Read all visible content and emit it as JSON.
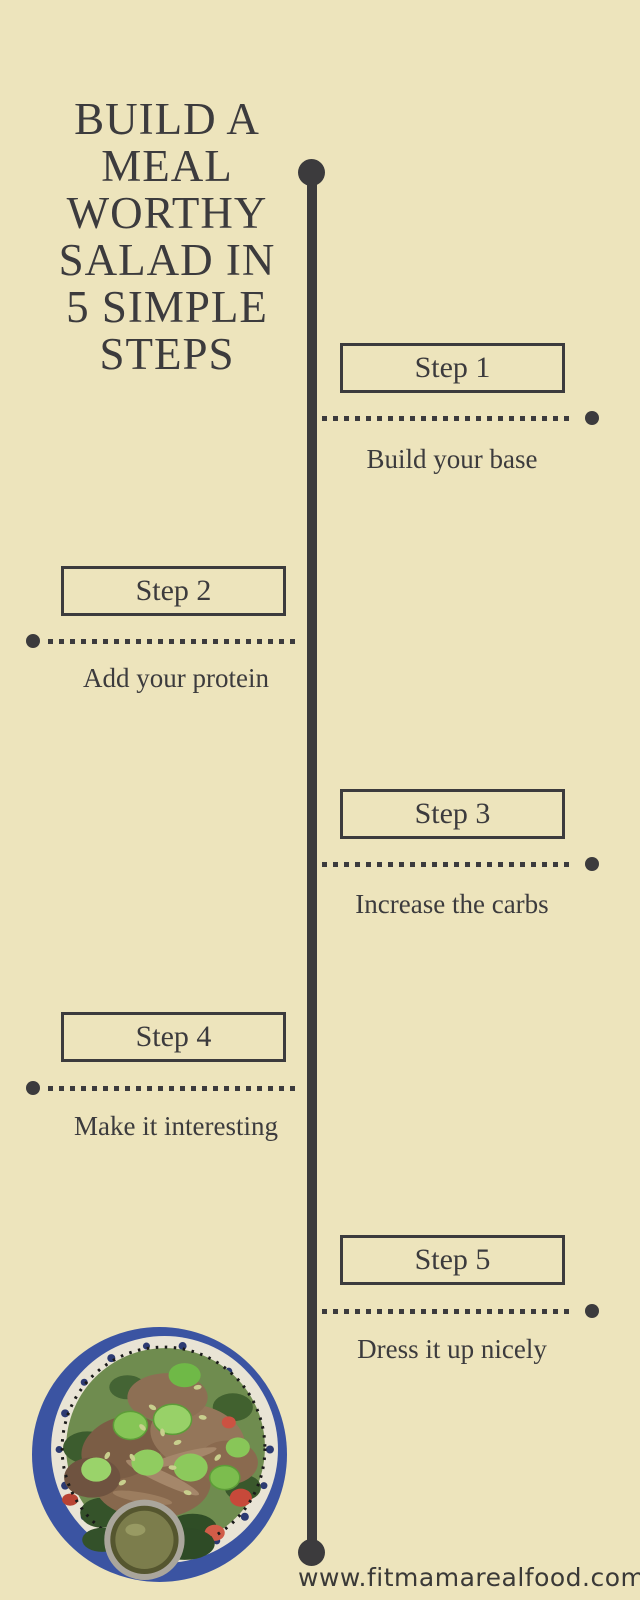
{
  "infographic": {
    "title_lines": [
      "BUILD A",
      "MEAL",
      "WORTHY",
      "SALAD IN",
      "5 SIMPLE",
      "STEPS"
    ],
    "steps": [
      {
        "label": "Step 1",
        "caption": "Build your base",
        "side": "right"
      },
      {
        "label": "Step 2",
        "caption": "Add your protein",
        "side": "left"
      },
      {
        "label": "Step 3",
        "caption": "Increase the carbs",
        "side": "right"
      },
      {
        "label": "Step 4",
        "caption": "Make it interesting",
        "side": "left"
      },
      {
        "label": "Step 5",
        "caption": "Dress it up nicely",
        "side": "right"
      }
    ],
    "website": "www.fitmamarealfood.com",
    "photo_alt": "salad-bowl-photo",
    "colors": {
      "background": "#EDE4BC",
      "ink": "#3C3B3D",
      "bowl_blue": "#3B54A2",
      "plate_cream": "#E9E4D5",
      "avocado_green": "#8CC95C",
      "meat_brown": "#87684D",
      "tomato_red": "#C7493A",
      "dressing_olive": "#7C7D4C"
    }
  }
}
